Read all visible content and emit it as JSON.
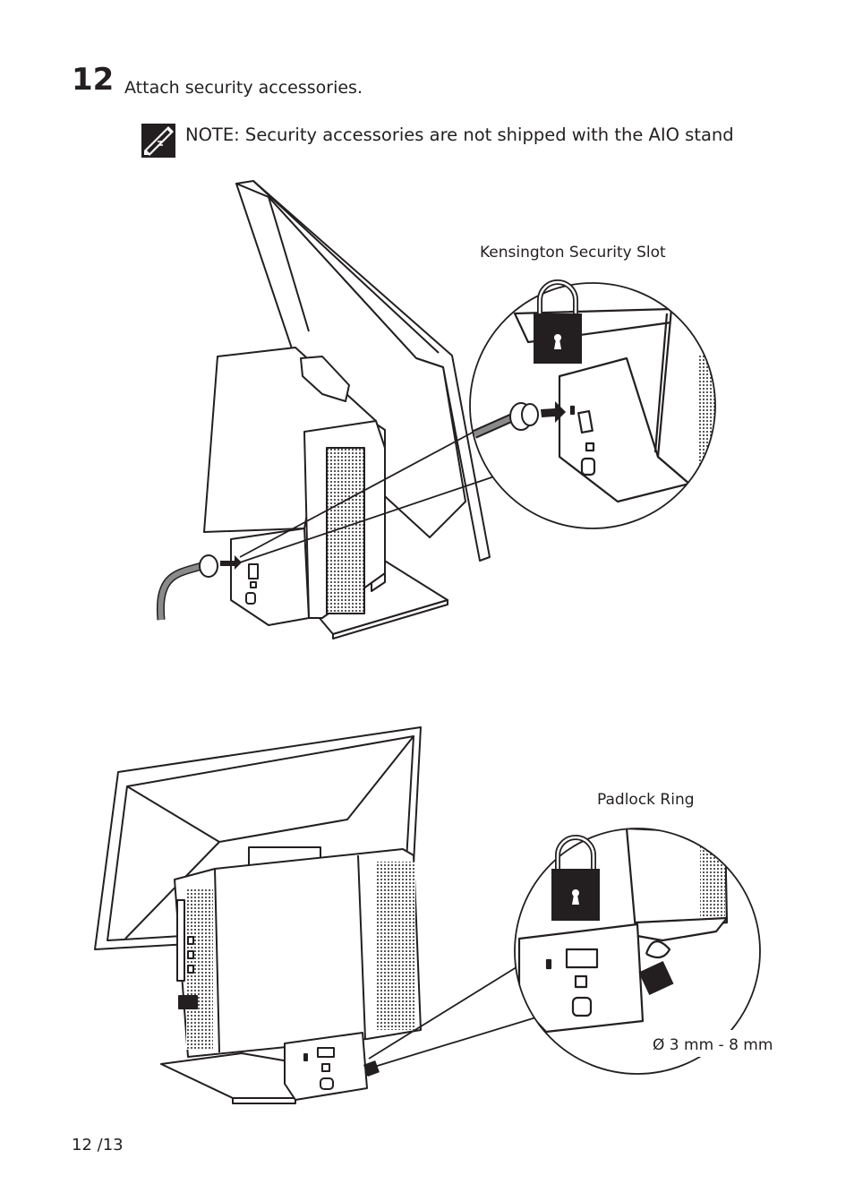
{
  "step": {
    "number": "12",
    "instruction": "Attach security accessories."
  },
  "note": {
    "text": "NOTE: Security accessories are not shipped with the AIO stand",
    "icon": "note-pencil-icon"
  },
  "figures": {
    "top": {
      "callout": "Kensington Security Slot"
    },
    "bottom": {
      "callout": "Padlock Ring",
      "dimension": "Ø 3 mm - 8 mm"
    }
  },
  "footer": {
    "page": "12 /13"
  }
}
